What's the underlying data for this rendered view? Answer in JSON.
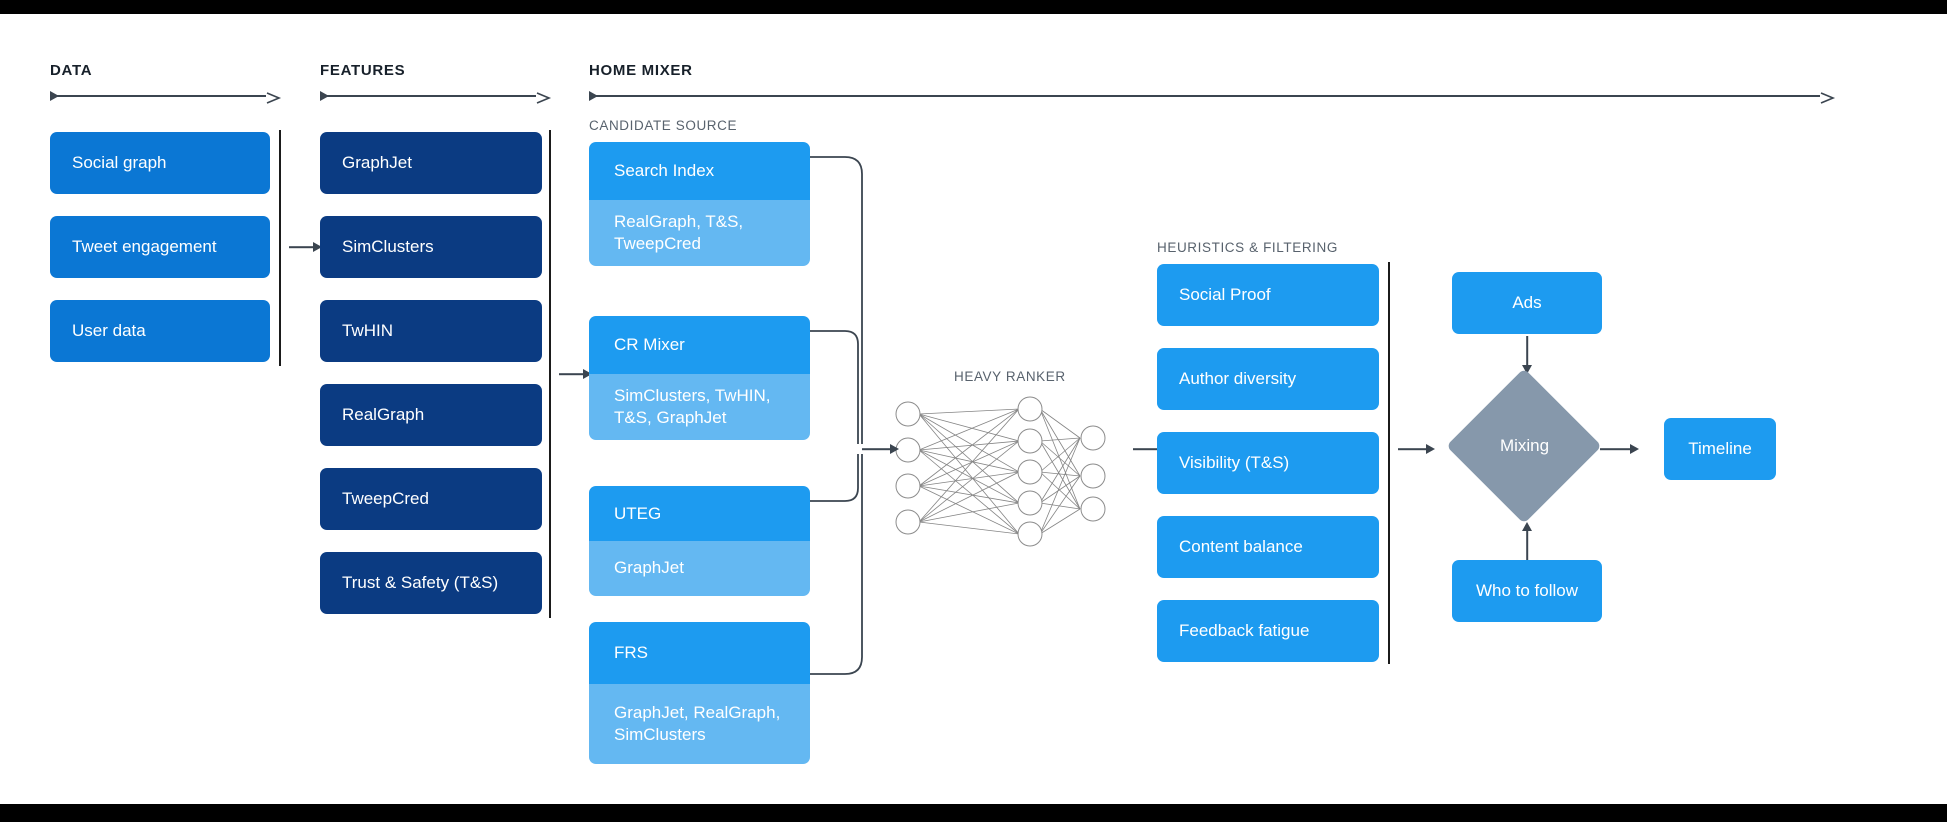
{
  "theme": {
    "bg": "#ffffff",
    "letterbox": "#000000",
    "blue": "#0b77d4",
    "navy": "#0b3b82",
    "sky": "#1d9bf0",
    "light_sky": "#64b8f2",
    "slate": "#8698ab",
    "stroke": "#3b4550",
    "caption": "#58626d",
    "heading": "#17202a"
  },
  "stages": {
    "data": {
      "label": "DATA"
    },
    "features": {
      "label": "FEATURES"
    },
    "home_mixer": {
      "label": "HOME MIXER"
    }
  },
  "captions": {
    "candidate_source": "CANDIDATE SOURCE",
    "heavy_ranker": "HEAVY RANKER",
    "heuristics": "HEURISTICS & FILTERING"
  },
  "data_column": {
    "items": [
      {
        "label": "Social graph"
      },
      {
        "label": "Tweet engagement"
      },
      {
        "label": "User data"
      }
    ]
  },
  "features_column": {
    "items": [
      {
        "label": "GraphJet"
      },
      {
        "label": "SimClusters"
      },
      {
        "label": "TwHIN"
      },
      {
        "label": "RealGraph"
      },
      {
        "label": "TweepCred"
      },
      {
        "label": "Trust & Safety (T&S)"
      }
    ]
  },
  "candidate_sources": {
    "items": [
      {
        "title": "Search Index",
        "features": "RealGraph, T&S, TweepCred"
      },
      {
        "title": "CR Mixer",
        "features": "SimClusters, TwHIN, T&S, GraphJet"
      },
      {
        "title": "UTEG",
        "features": "GraphJet"
      },
      {
        "title": "FRS",
        "features": "GraphJet, RealGraph, SimClusters"
      }
    ]
  },
  "heavy_ranker": {
    "label": "HEAVY RANKER",
    "network": {
      "input_nodes": 4,
      "hidden_nodes": 5,
      "output_nodes": 3
    }
  },
  "heuristics_column": {
    "items": [
      {
        "label": "Social Proof"
      },
      {
        "label": "Author diversity"
      },
      {
        "label": "Visibility (T&S)"
      },
      {
        "label": "Content balance"
      },
      {
        "label": "Feedback fatigue"
      }
    ]
  },
  "output_stage": {
    "ads": {
      "label": "Ads"
    },
    "who_to_follow": {
      "label": "Who to follow"
    },
    "mixing": {
      "label": "Mixing"
    },
    "timeline": {
      "label": "Timeline"
    }
  }
}
